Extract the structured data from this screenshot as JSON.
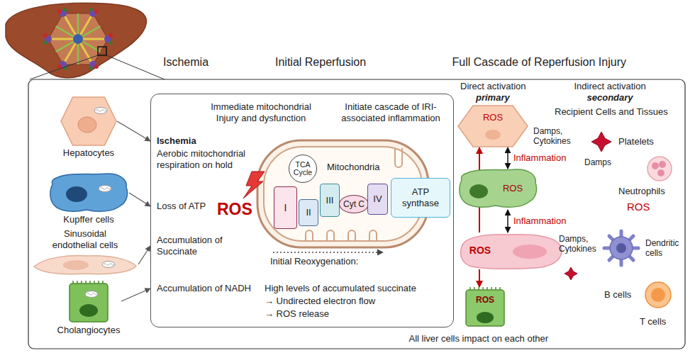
{
  "diagram": {
    "nodes": [
      {
        "text": [
          "Hepatocytes"
        ]
      },
      {
        "text": [
          "Kupffer cells"
        ]
      },
      {
        "text": [
          "Sinusoidal endothelial cells"
        ]
      },
      {
        "text": [
          "Cholangiocytes"
        ]
      },
      {
        "text": [
          "Immediate mitochondrial Injury and dysfunction",
          "Initiate cascade of IRI-associated inflammation",
          "Ischemia",
          "Aerobic mitochondrial respiration on hold",
          "Loss of ATP",
          "Accumulation of Succinate",
          "Accumulation of NADH",
          "Initial Reoxygenation:",
          "High levels of accumulated succinate",
          "→ Undirected electron flow",
          "→ ROS release"
        ]
      },
      {
        "text": [
          "Mitochondria"
        ],
        "in": 4
      },
      {
        "text": [
          "I"
        ],
        "in": 5
      },
      {
        "text": [
          "TCA Cycle"
        ],
        "in": 5
      },
      {
        "text": [
          "II"
        ],
        "in": 5
      },
      {
        "text": [
          "III"
        ],
        "in": 5
      },
      {
        "text": [
          "Cyt C"
        ],
        "in": 5
      },
      {
        "text": [
          "IV"
        ],
        "in": 5
      },
      {
        "text": [
          "ATP synthase"
        ],
        "in": 5
      },
      {
        "text": [
          "ROS"
        ]
      },
      {
        "text": [
          "ROS"
        ]
      },
      {
        "text": [
          "ROS"
        ]
      },
      {
        "text": [
          "ROS"
        ]
      }
    ],
    "edges": [
      {
        "from": 0,
        "to": 4,
        "arrow": "to"
      },
      {
        "from": 1,
        "to": 4,
        "arrow": "to"
      },
      {
        "from": 2,
        "to": 4,
        "arrow": "to"
      },
      {
        "from": 3,
        "to": 4,
        "arrow": "to"
      },
      {
        "from": 13,
        "to": 14,
        "label": "Inflammation",
        "arrow": "both"
      },
      {
        "from": 14,
        "to": 15,
        "label": "Inflammation",
        "arrow": "both"
      },
      {
        "from": 15,
        "to": 13,
        "arrow": "to"
      },
      {
        "from": 15,
        "to": 16,
        "arrow": "to"
      }
    ],
    "labels": [
      "Ischemia",
      "Initial Reperfusion",
      "Full Cascade of Reperfusion Injury",
      "Direct activation",
      "primary",
      "Indirect activation",
      "secondary",
      "Recipient Cells and Tissues",
      "ROS",
      "Damps, Cytokines",
      "Platelets",
      "Damps",
      "Neutrophils",
      "ROS",
      "Damps, Cytokines",
      "Dendritic cells",
      "B cells",
      "T cells",
      "All liver cells impact on each other"
    ]
  }
}
